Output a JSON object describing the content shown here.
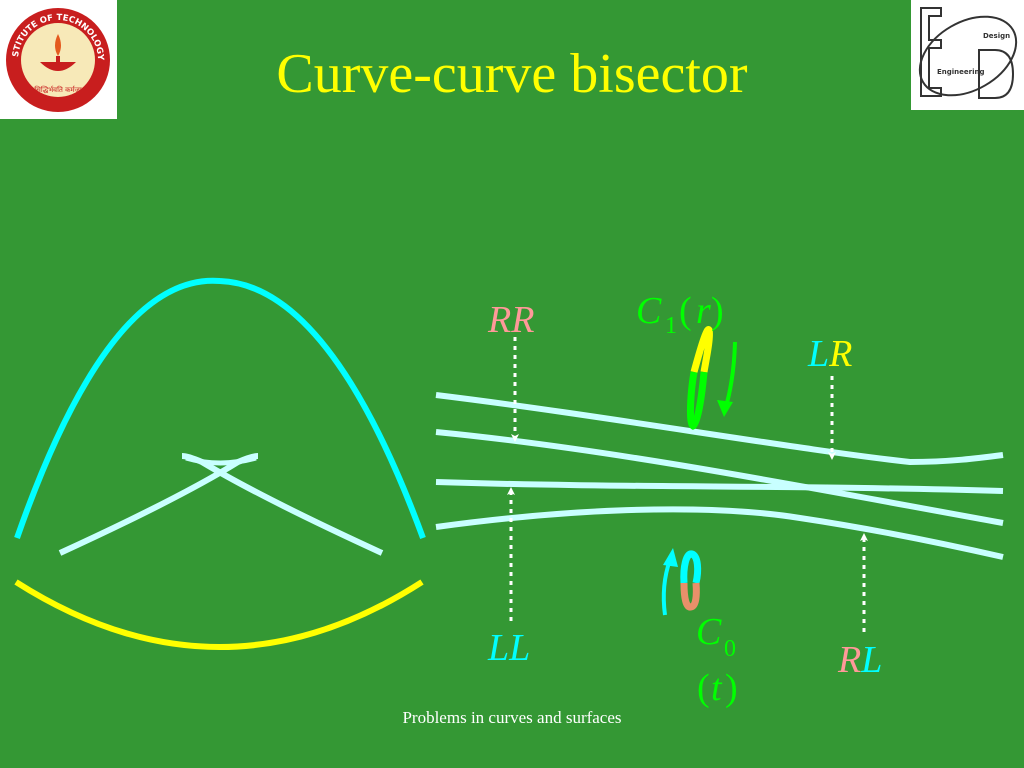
{
  "slide": {
    "title": "Curve-curve bisector",
    "footer": "Problems in curves and surfaces"
  },
  "logo_left": {
    "text": "INDIAN INSTITUTE OF TECHNOLOGY MADRAS",
    "motto": "सिद्धिर्भवति कर्मजा"
  },
  "logo_right": {
    "line1": "Design",
    "line2": "Engineering"
  },
  "labels": {
    "rr": {
      "first": "R",
      "second": "R"
    },
    "lr": {
      "first": "L",
      "second": "R"
    },
    "ll": {
      "first": "L",
      "second": "L"
    },
    "rl": {
      "first": "R",
      "second": "L"
    },
    "c1": {
      "letter": "C",
      "sub": "1",
      "open": "(",
      "arg": "r",
      "close": ")"
    },
    "c0": {
      "letter": "C",
      "sub": "0",
      "open": "(",
      "arg": "t",
      "close": ")"
    }
  },
  "colors": {
    "background": "#349834",
    "title": "#ffff00",
    "cyan": "#00ffff",
    "light_cyan": "#c8ffff",
    "yellow": "#ffff00",
    "salmon": "#ff9999",
    "orange": "#e8906a",
    "green": "#00ff00",
    "white": "#ffffff",
    "logo_red": "#c81e1e"
  }
}
